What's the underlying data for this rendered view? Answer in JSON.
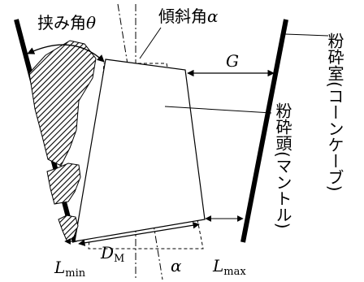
{
  "labels": {
    "nip_angle": {
      "text": "挟み角",
      "symbol": "θ"
    },
    "tilt_angle": {
      "text": "傾斜角",
      "symbol": "α"
    },
    "gap": "G",
    "crushing_chamber": "粉砕室(コーンケーブ)",
    "crushing_head": "粉砕頭(マントル)",
    "d_m": {
      "main": "D",
      "sub": "M"
    },
    "alpha_bottom": "α",
    "l_min": {
      "main": "L",
      "sub": "min"
    },
    "l_max": {
      "main": "L",
      "sub": "max"
    }
  }
}
